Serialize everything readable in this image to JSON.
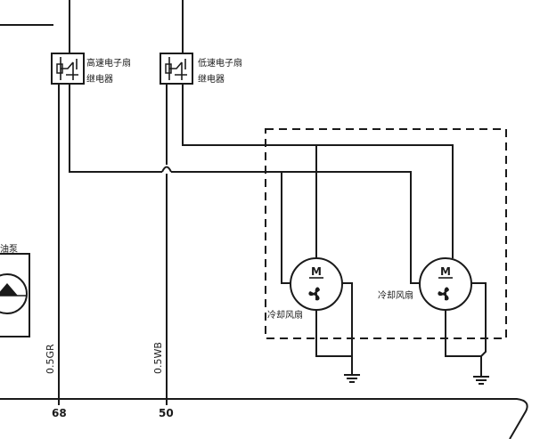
{
  "relays": {
    "high": {
      "line1": "高速电子扇",
      "line2": "继电器"
    },
    "low": {
      "line1": "低速电子扇",
      "line2": "继电器"
    }
  },
  "pump": {
    "label": "油泵"
  },
  "fans": {
    "left": {
      "label": "冷却风扇",
      "motor_letter": "M"
    },
    "right": {
      "label": "冷却风扇",
      "motor_letter": "M"
    }
  },
  "wires": {
    "left": {
      "code": "0.5GR",
      "pin": "68"
    },
    "right": {
      "code": "0.5WB",
      "pin": "50"
    }
  }
}
